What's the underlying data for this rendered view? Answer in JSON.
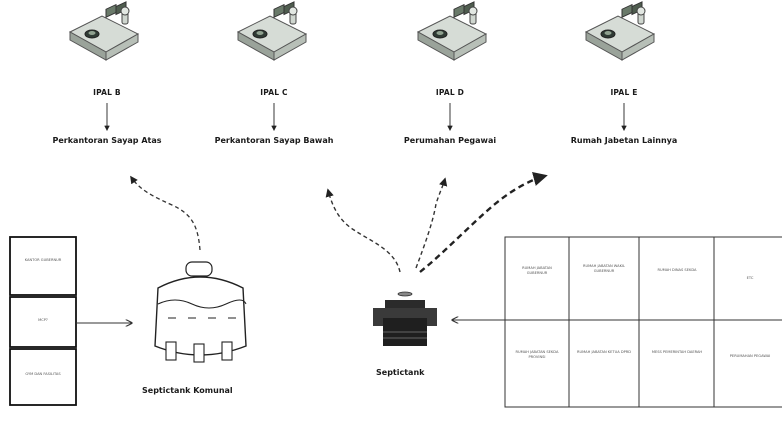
{
  "ipal_units": [
    {
      "name": "IPAL B",
      "destination": "Perkantoran Sayap Atas"
    },
    {
      "name": "IPAL C",
      "destination": "Perkantoran Sayap Bawah"
    },
    {
      "name": "IPAL D",
      "destination": "Perumahan Pegawai"
    },
    {
      "name": "IPAL E",
      "destination": "Rumah Jabetan Lainnya"
    }
  ],
  "left_sources": [
    "KANTOR GUBERNUR",
    "MCP?",
    "GYM DAN FASILITAS"
  ],
  "right_sources": [
    [
      "RUMAH JABATAN GUBERNUR",
      "RUMAH JABATAN WAKIL GUBERNUR",
      "RUMAH DINAS SEKDA",
      "ETC"
    ],
    [
      "RUMAH JABATAN SEKDA PROVINSI",
      "RUMAH JABATAN KETUA DPRD",
      "MESS PEMERINTAH DAERAH",
      "PERUMAHAN PEGAWAI"
    ]
  ],
  "septictank_komunal_label": "Septictank Komunal",
  "septictank_label": "Septictank"
}
